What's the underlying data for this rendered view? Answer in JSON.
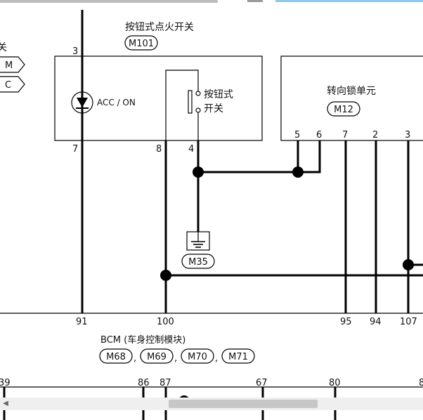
{
  "header": {
    "switch_title": "按钮式点火开关",
    "switch_conn": "M101",
    "lock_title": "转向锁单元",
    "lock_conn": "M12",
    "left_title_fragment": "关",
    "left_conn_1": "M",
    "left_conn_2": "C"
  },
  "switch_box": {
    "pin_top": "3",
    "pin_bottom_1": "7",
    "pin_bottom_2": "8",
    "pin_bottom_3": "4",
    "acc_label": "ACC / ON",
    "push_label_1": "按钮式",
    "push_label_2": "开关"
  },
  "lock_box": {
    "pins": [
      "5",
      "6",
      "7",
      "2",
      "3"
    ]
  },
  "ground": {
    "conn": "M35"
  },
  "bcm": {
    "title": "BCM (车身控制模块)",
    "connectors": [
      "M68",
      "M69",
      "M70",
      "M71"
    ],
    "separators": [
      ",",
      ",",
      ","
    ],
    "pins": [
      "91",
      "100",
      "95",
      "94",
      "107"
    ]
  },
  "lower": {
    "pins": [
      "39",
      "86",
      "87",
      "67",
      "80",
      "8"
    ]
  }
}
